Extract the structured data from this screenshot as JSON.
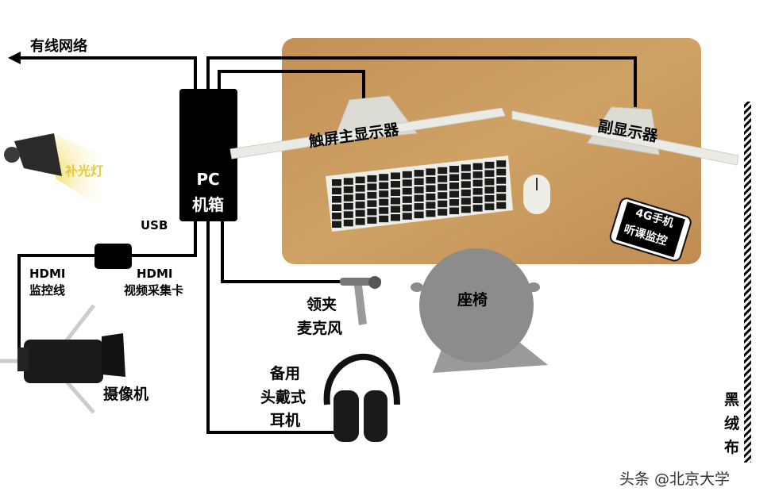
{
  "labels": {
    "network": "有线网络",
    "pc_line1": "PC",
    "pc_line2": "机箱",
    "fill_light": "补光灯",
    "usb": "USB",
    "hdmi_capture_line1": "HDMI",
    "hdmi_capture_line2": "视频采集卡",
    "hdmi_monitor_line1": "HDMI",
    "hdmi_monitor_line2": "监控线",
    "camera": "摄像机",
    "main_monitor": "触屏主显示器",
    "second_monitor": "副显示器",
    "phone_line1": "4G手机",
    "phone_line2": "听课监控",
    "mic_line1": "领夹",
    "mic_line2": "麦克风",
    "chair": "座椅",
    "headphones_line1": "备用",
    "headphones_line2": "头戴式",
    "headphones_line3": "耳机",
    "cloth_line1": "黑",
    "cloth_line2": "绒",
    "cloth_line3": "布"
  },
  "watermark": "头条 @北京大学",
  "colors": {
    "desk": "#c8995a",
    "cable": "#000000",
    "chair": "#8c8c8c",
    "monitor": "#e6e6e0",
    "light_glow": "#f3e27a"
  }
}
